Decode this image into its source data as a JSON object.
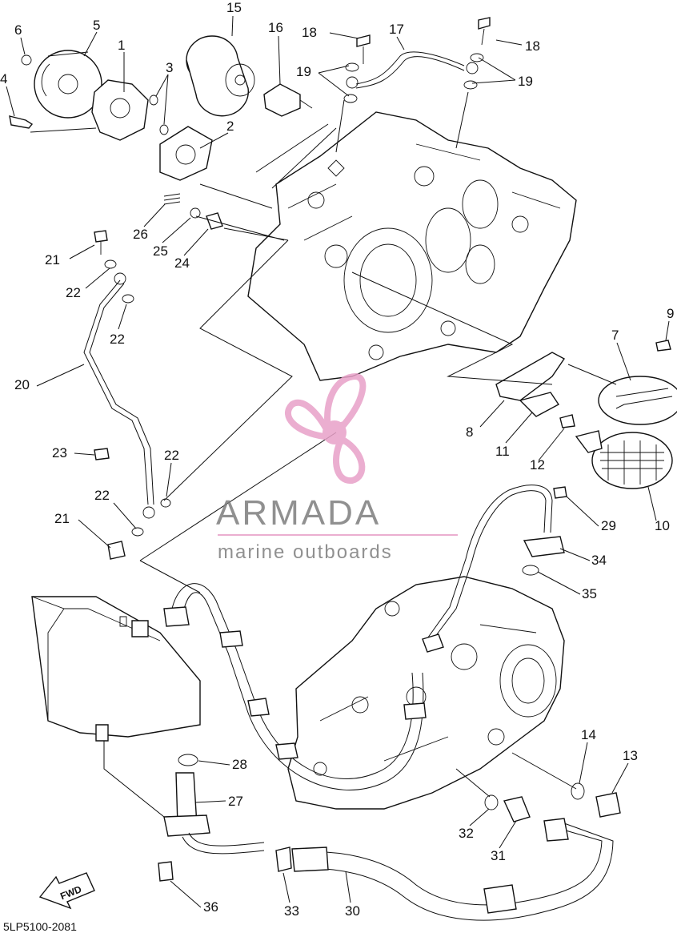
{
  "diagram": {
    "drawing_code": "5LP5100-2081",
    "forward_marker": "FWD",
    "callouts": [
      {
        "id": "c1",
        "label": "1"
      },
      {
        "id": "c2",
        "label": "2"
      },
      {
        "id": "c3",
        "label": "3"
      },
      {
        "id": "c4",
        "label": "4"
      },
      {
        "id": "c5",
        "label": "5"
      },
      {
        "id": "c6",
        "label": "6"
      },
      {
        "id": "c7",
        "label": "7"
      },
      {
        "id": "c8",
        "label": "8"
      },
      {
        "id": "c9",
        "label": "9"
      },
      {
        "id": "c10",
        "label": "10"
      },
      {
        "id": "c11",
        "label": "11"
      },
      {
        "id": "c12",
        "label": "12"
      },
      {
        "id": "c13",
        "label": "13"
      },
      {
        "id": "c14",
        "label": "14"
      },
      {
        "id": "c15",
        "label": "15"
      },
      {
        "id": "c16",
        "label": "16"
      },
      {
        "id": "c17",
        "label": "17"
      },
      {
        "id": "c18a",
        "label": "18"
      },
      {
        "id": "c18b",
        "label": "18"
      },
      {
        "id": "c19a",
        "label": "19"
      },
      {
        "id": "c19b",
        "label": "19"
      },
      {
        "id": "c20",
        "label": "20"
      },
      {
        "id": "c21a",
        "label": "21"
      },
      {
        "id": "c21b",
        "label": "21"
      },
      {
        "id": "c22a",
        "label": "22"
      },
      {
        "id": "c22b",
        "label": "22"
      },
      {
        "id": "c22c",
        "label": "22"
      },
      {
        "id": "c22d",
        "label": "22"
      },
      {
        "id": "c23",
        "label": "23"
      },
      {
        "id": "c24",
        "label": "24"
      },
      {
        "id": "c25",
        "label": "25"
      },
      {
        "id": "c26",
        "label": "26"
      },
      {
        "id": "c27",
        "label": "27"
      },
      {
        "id": "c28",
        "label": "28"
      },
      {
        "id": "c29",
        "label": "29"
      },
      {
        "id": "c30",
        "label": "30"
      },
      {
        "id": "c31",
        "label": "31"
      },
      {
        "id": "c32",
        "label": "32"
      },
      {
        "id": "c33",
        "label": "33"
      },
      {
        "id": "c34",
        "label": "34"
      },
      {
        "id": "c35",
        "label": "35"
      },
      {
        "id": "c36",
        "label": "36"
      }
    ]
  },
  "watermark": {
    "brand": "ARMADA",
    "tagline": "marine outboards",
    "brand_color": "#7d7d7d",
    "accent_color": "#e8a0c8",
    "icon": "propeller-logo-icon"
  }
}
